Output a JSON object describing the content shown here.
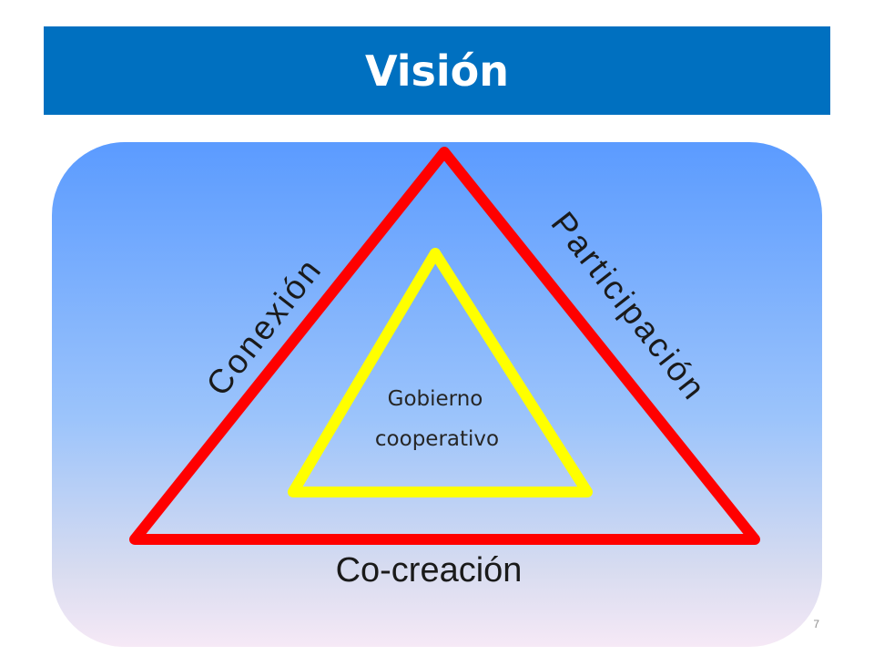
{
  "slide": {
    "title": "Visión",
    "page_number": "7"
  },
  "diagram": {
    "outer_triangle": {
      "left_side_label": "Conexión",
      "right_side_label": "Participación",
      "bottom_label": "Co-creación",
      "stroke_color": "#ff0000"
    },
    "inner_triangle": {
      "label_line1": "Gobierno",
      "label_line2": "cooperativo",
      "stroke_color": "#ffff00"
    }
  },
  "colors": {
    "title_bar": "#0070c0",
    "panel_top": "#5b9bff",
    "panel_bottom": "#f6e9f6"
  }
}
